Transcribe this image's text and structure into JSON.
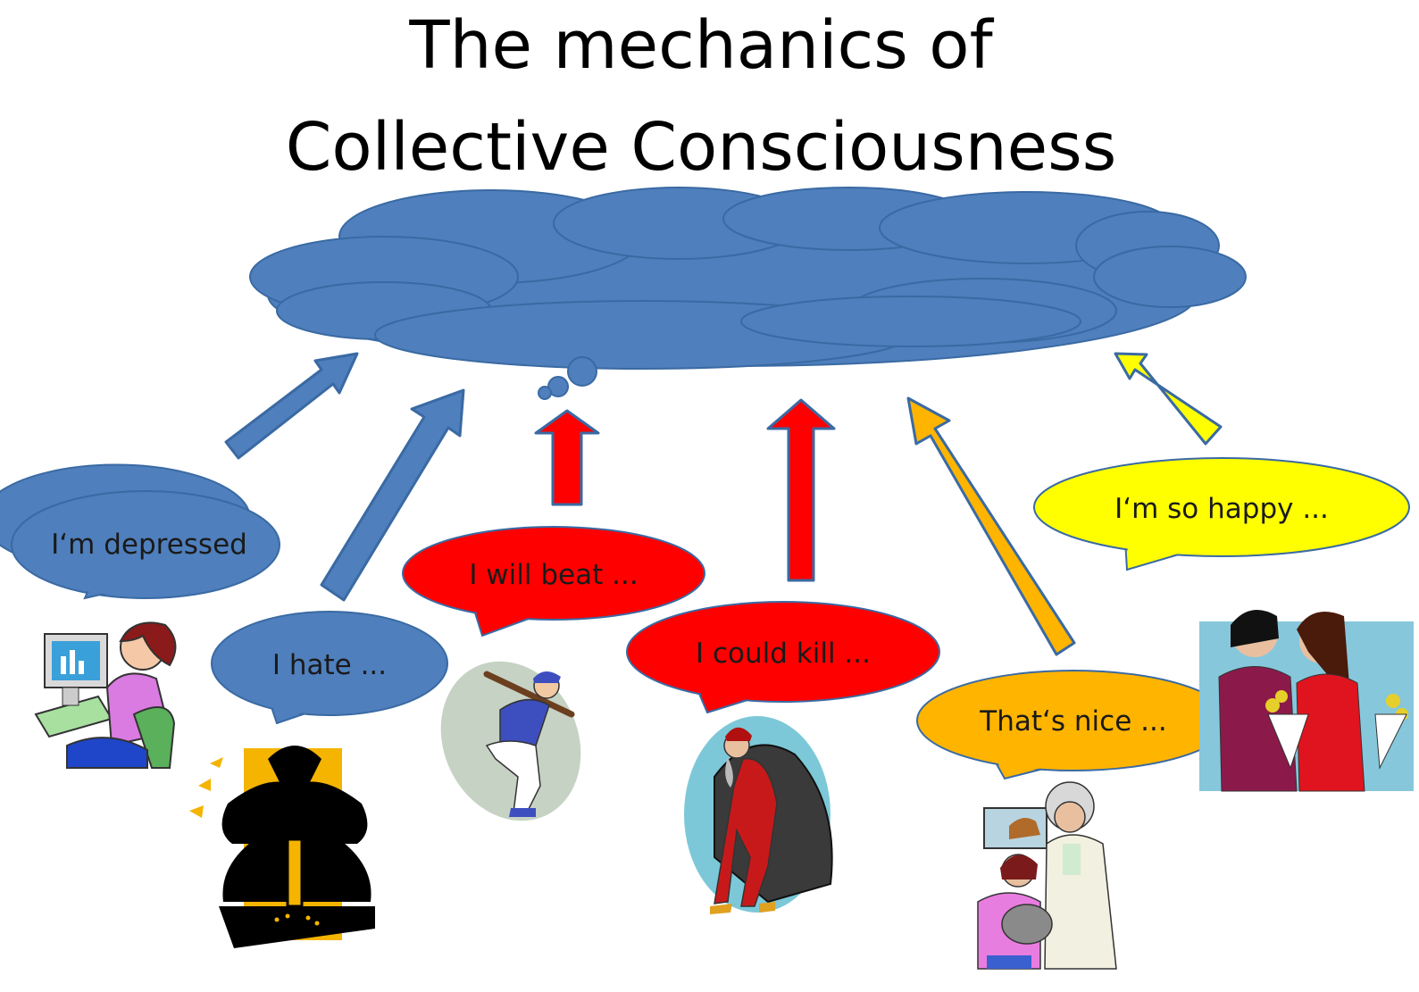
{
  "title": {
    "line1": "The mechanics of",
    "line2": "Collective Consciousness"
  },
  "colors": {
    "cloud": "#4f7fbc",
    "cloud_stroke": "#3a6aa3",
    "blue": "#4f7fbc",
    "red": "#ff0000",
    "orange": "#ffb400",
    "yellow": "#ffff00"
  },
  "bubbles": [
    {
      "text": "I‘m depressed",
      "color": "#4f7fbc"
    },
    {
      "text": "I hate ...",
      "color": "#4f7fbc"
    },
    {
      "text": "I will beat ...",
      "color": "#ff0000"
    },
    {
      "text": "I could kill ...",
      "color": "#ff0000"
    },
    {
      "text": "That‘s nice ...",
      "color": "#ffb400"
    },
    {
      "text": "I‘m so happy ...",
      "color": "#ffff00"
    }
  ],
  "figures": [
    {
      "icon": "woman-at-computer-icon"
    },
    {
      "icon": "jackhammer-worker-icon"
    },
    {
      "icon": "baseball-batter-icon"
    },
    {
      "icon": "cloaked-old-man-icon"
    },
    {
      "icon": "vet-with-girl-and-cat-icon"
    },
    {
      "icon": "two-women-with-flowers-icon"
    }
  ]
}
